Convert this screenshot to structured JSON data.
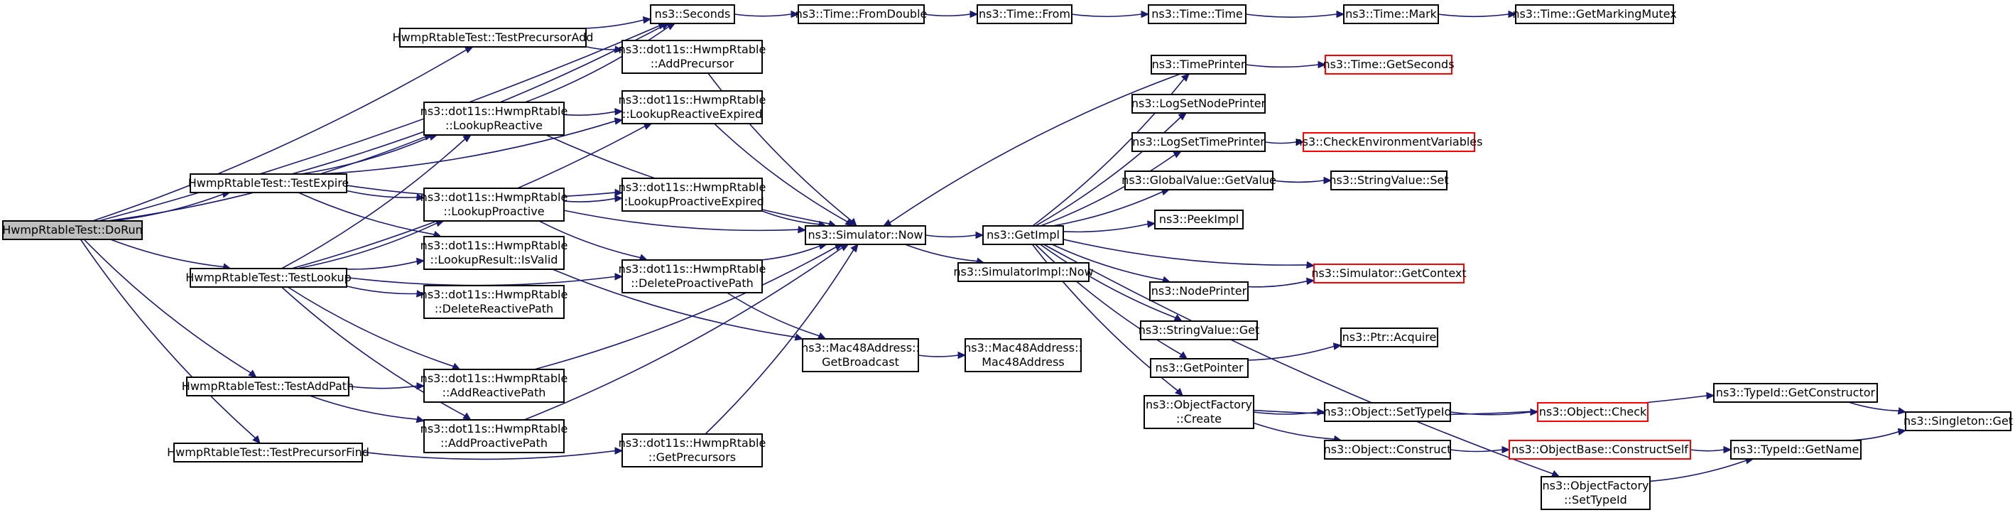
{
  "colors": {
    "edge": "#191970",
    "node_border": "#000000",
    "truncated_border": "#ff0000",
    "root_fill": "#bfbfbf"
  },
  "nodes": [
    {
      "id": "dorun",
      "lines": [
        "HwmpRtableTest::DoRun"
      ],
      "root": true
    },
    {
      "id": "precadd",
      "lines": [
        "HwmpRtableTest::TestPrecursorAdd"
      ]
    },
    {
      "id": "expire",
      "lines": [
        "HwmpRtableTest::TestExpire"
      ]
    },
    {
      "id": "lookup",
      "lines": [
        "HwmpRtableTest::TestLookup"
      ]
    },
    {
      "id": "addpath",
      "lines": [
        "HwmpRtableTest::TestAddPath"
      ]
    },
    {
      "id": "precfind",
      "lines": [
        "HwmpRtableTest::TestPrecursorFind"
      ]
    },
    {
      "id": "seconds",
      "lines": [
        "ns3::Seconds"
      ]
    },
    {
      "id": "addprec",
      "lines": [
        "ns3::dot11s::HwmpRtable",
        "::AddPrecursor"
      ]
    },
    {
      "id": "lookreact",
      "lines": [
        "ns3::dot11s::HwmpRtable",
        "::LookupReactive"
      ]
    },
    {
      "id": "lookreactexp",
      "lines": [
        "ns3::dot11s::HwmpRtable",
        "::LookupReactiveExpired"
      ]
    },
    {
      "id": "lookpro",
      "lines": [
        "ns3::dot11s::HwmpRtable",
        "::LookupProactive"
      ]
    },
    {
      "id": "lookproexp",
      "lines": [
        "ns3::dot11s::HwmpRtable",
        "::LookupProactiveExpired"
      ]
    },
    {
      "id": "isvalid",
      "lines": [
        "ns3::dot11s::HwmpRtable",
        "::LookupResult::IsValid"
      ]
    },
    {
      "id": "delreact",
      "lines": [
        "ns3::dot11s::HwmpRtable",
        "::DeleteReactivePath"
      ]
    },
    {
      "id": "delpro",
      "lines": [
        "ns3::dot11s::HwmpRtable",
        "::DeleteProactivePath"
      ]
    },
    {
      "id": "addreact",
      "lines": [
        "ns3::dot11s::HwmpRtable",
        "::AddReactivePath"
      ]
    },
    {
      "id": "addpro",
      "lines": [
        "ns3::dot11s::HwmpRtable",
        "::AddProactivePath"
      ]
    },
    {
      "id": "getprec",
      "lines": [
        "ns3::dot11s::HwmpRtable",
        "::GetPrecursors"
      ]
    },
    {
      "id": "fromdouble",
      "lines": [
        "ns3::Time::FromDouble"
      ]
    },
    {
      "id": "from",
      "lines": [
        "ns3::Time::From"
      ]
    },
    {
      "id": "time",
      "lines": [
        "ns3::Time::Time"
      ]
    },
    {
      "id": "mark",
      "lines": [
        "ns3::Time::Mark"
      ]
    },
    {
      "id": "mutex",
      "lines": [
        "ns3::Time::GetMarkingMutex"
      ]
    },
    {
      "id": "now",
      "lines": [
        "ns3::Simulator::Now"
      ]
    },
    {
      "id": "getimpl",
      "lines": [
        "ns3::GetImpl"
      ]
    },
    {
      "id": "simimplnow",
      "lines": [
        "ns3::SimulatorImpl::Now"
      ]
    },
    {
      "id": "bcast",
      "lines": [
        "ns3::Mac48Address::",
        "GetBroadcast"
      ]
    },
    {
      "id": "mac48",
      "lines": [
        "ns3::Mac48Address::",
        "Mac48Address"
      ]
    },
    {
      "id": "timeprinter",
      "lines": [
        "ns3::TimePrinter"
      ]
    },
    {
      "id": "getseconds",
      "lines": [
        "ns3::Time::GetSeconds"
      ],
      "truncated": true
    },
    {
      "id": "lognode",
      "lines": [
        "ns3::LogSetNodePrinter"
      ]
    },
    {
      "id": "logtime",
      "lines": [
        "ns3::LogSetTimePrinter"
      ]
    },
    {
      "id": "checkenv",
      "lines": [
        "ns3::CheckEnvironmentVariables"
      ],
      "truncated": true
    },
    {
      "id": "gvget",
      "lines": [
        "ns3::GlobalValue::GetValue"
      ]
    },
    {
      "id": "svset",
      "lines": [
        "ns3::StringValue::Set"
      ]
    },
    {
      "id": "peek",
      "lines": [
        "ns3::PeekImpl"
      ]
    },
    {
      "id": "getctx",
      "lines": [
        "ns3::Simulator::GetContext"
      ],
      "truncated": true
    },
    {
      "id": "nodeprinter",
      "lines": [
        "ns3::NodePrinter"
      ]
    },
    {
      "id": "svget",
      "lines": [
        "ns3::StringValue::Get"
      ]
    },
    {
      "id": "getptr",
      "lines": [
        "ns3::GetPointer"
      ]
    },
    {
      "id": "acquire",
      "lines": [
        "ns3::Ptr::Acquire"
      ]
    },
    {
      "id": "ofcreate",
      "lines": [
        "ns3::ObjectFactory",
        "::Create"
      ]
    },
    {
      "id": "settypeid",
      "lines": [
        "ns3::Object::SetTypeId"
      ]
    },
    {
      "id": "check",
      "lines": [
        "ns3::Object::Check"
      ],
      "truncated": true
    },
    {
      "id": "construct",
      "lines": [
        "ns3::Object::Construct"
      ]
    },
    {
      "id": "constructself",
      "lines": [
        "ns3::ObjectBase::ConstructSelf"
      ],
      "truncated": true
    },
    {
      "id": "getctor",
      "lines": [
        "ns3::TypeId::GetConstructor"
      ]
    },
    {
      "id": "getname",
      "lines": [
        "ns3::TypeId::GetName"
      ]
    },
    {
      "id": "singleton",
      "lines": [
        "ns3::Singleton::Get"
      ]
    },
    {
      "id": "ofsettypeid",
      "lines": [
        "ns3::ObjectFactory",
        "::SetTypeId"
      ]
    }
  ],
  "edges": [
    [
      "dorun",
      "precadd"
    ],
    [
      "dorun",
      "seconds"
    ],
    [
      "dorun",
      "expire"
    ],
    [
      "dorun",
      "lookreact"
    ],
    [
      "dorun",
      "lookup"
    ],
    [
      "dorun",
      "addpath"
    ],
    [
      "dorun",
      "precfind"
    ],
    [
      "precadd",
      "seconds"
    ],
    [
      "precadd",
      "addprec"
    ],
    [
      "expire",
      "seconds"
    ],
    [
      "expire",
      "lookreact"
    ],
    [
      "expire",
      "lookreactexp"
    ],
    [
      "expire",
      "lookpro"
    ],
    [
      "expire",
      "lookproexp"
    ],
    [
      "expire",
      "isvalid"
    ],
    [
      "lookup",
      "lookreact"
    ],
    [
      "lookup",
      "lookreactexp"
    ],
    [
      "lookup",
      "lookpro"
    ],
    [
      "lookup",
      "isvalid"
    ],
    [
      "lookup",
      "delreact"
    ],
    [
      "lookup",
      "delpro"
    ],
    [
      "lookup",
      "addreact"
    ],
    [
      "lookup",
      "addpro"
    ],
    [
      "addpath",
      "addreact"
    ],
    [
      "addpath",
      "addpro"
    ],
    [
      "precfind",
      "getprec"
    ],
    [
      "lookreact",
      "seconds"
    ],
    [
      "lookreact",
      "lookreactexp"
    ],
    [
      "lookreact",
      "now"
    ],
    [
      "lookpro",
      "lookproexp"
    ],
    [
      "lookpro",
      "now"
    ],
    [
      "lookpro",
      "delpro"
    ],
    [
      "addprec",
      "now"
    ],
    [
      "lookreactexp",
      "now"
    ],
    [
      "lookproexp",
      "now"
    ],
    [
      "isvalid",
      "bcast"
    ],
    [
      "delpro",
      "now"
    ],
    [
      "delpro",
      "bcast"
    ],
    [
      "addreact",
      "now"
    ],
    [
      "addpro",
      "now"
    ],
    [
      "getprec",
      "now"
    ],
    [
      "seconds",
      "fromdouble"
    ],
    [
      "fromdouble",
      "from"
    ],
    [
      "from",
      "time"
    ],
    [
      "time",
      "mark"
    ],
    [
      "mark",
      "mutex"
    ],
    [
      "now",
      "getimpl"
    ],
    [
      "now",
      "simimplnow"
    ],
    [
      "bcast",
      "mac48"
    ],
    [
      "getimpl",
      "timeprinter"
    ],
    [
      "getimpl",
      "lognode"
    ],
    [
      "getimpl",
      "logtime"
    ],
    [
      "getimpl",
      "gvget"
    ],
    [
      "getimpl",
      "peek"
    ],
    [
      "getimpl",
      "getctx"
    ],
    [
      "getimpl",
      "nodeprinter"
    ],
    [
      "getimpl",
      "svget"
    ],
    [
      "getimpl",
      "getptr"
    ],
    [
      "getimpl",
      "ofcreate"
    ],
    [
      "getimpl",
      "ofsettypeid"
    ],
    [
      "timeprinter",
      "now"
    ],
    [
      "timeprinter",
      "getseconds"
    ],
    [
      "logtime",
      "checkenv"
    ],
    [
      "gvget",
      "svset"
    ],
    [
      "nodeprinter",
      "getctx"
    ],
    [
      "getptr",
      "acquire"
    ],
    [
      "ofcreate",
      "getctor"
    ],
    [
      "ofcreate",
      "settypeid"
    ],
    [
      "ofcreate",
      "construct"
    ],
    [
      "settypeid",
      "check"
    ],
    [
      "construct",
      "constructself"
    ],
    [
      "constructself",
      "getname"
    ],
    [
      "getctor",
      "singleton"
    ],
    [
      "getname",
      "singleton"
    ],
    [
      "ofsettypeid",
      "getname"
    ]
  ]
}
